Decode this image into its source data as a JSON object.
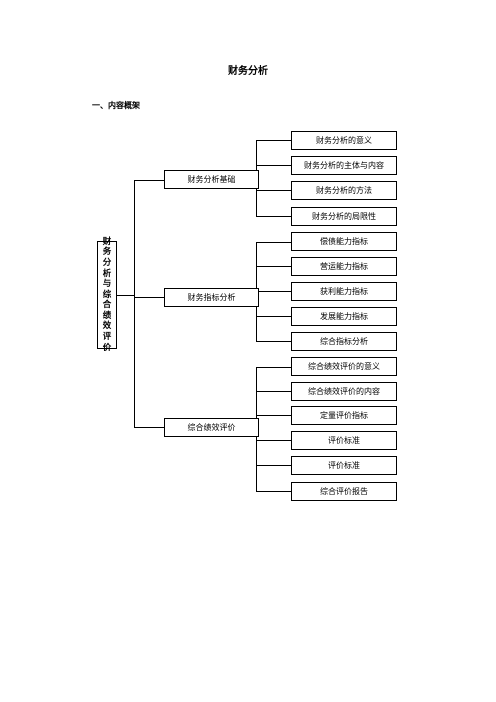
{
  "title": "财务分析",
  "section_heading": "一、内容概架",
  "chart": {
    "root": "财务分析与综合绩效评价",
    "branches": [
      {
        "label": "财务分析基础",
        "items": [
          "财务分析的意义",
          "财务分析的主体与内容",
          "财务分析的方法",
          "财务分析的局限性"
        ]
      },
      {
        "label": "财务指标分析",
        "items": [
          "偿债能力指标",
          "营运能力指标",
          "获利能力指标",
          "发展能力指标",
          "综合指标分析"
        ]
      },
      {
        "label": "综合绩效评价",
        "items": [
          "综合绩效评价的意义",
          "综合绩效评价的内容",
          "定量评价指标",
          "评价标准",
          "评价标准",
          "综合评价报告"
        ]
      }
    ]
  }
}
